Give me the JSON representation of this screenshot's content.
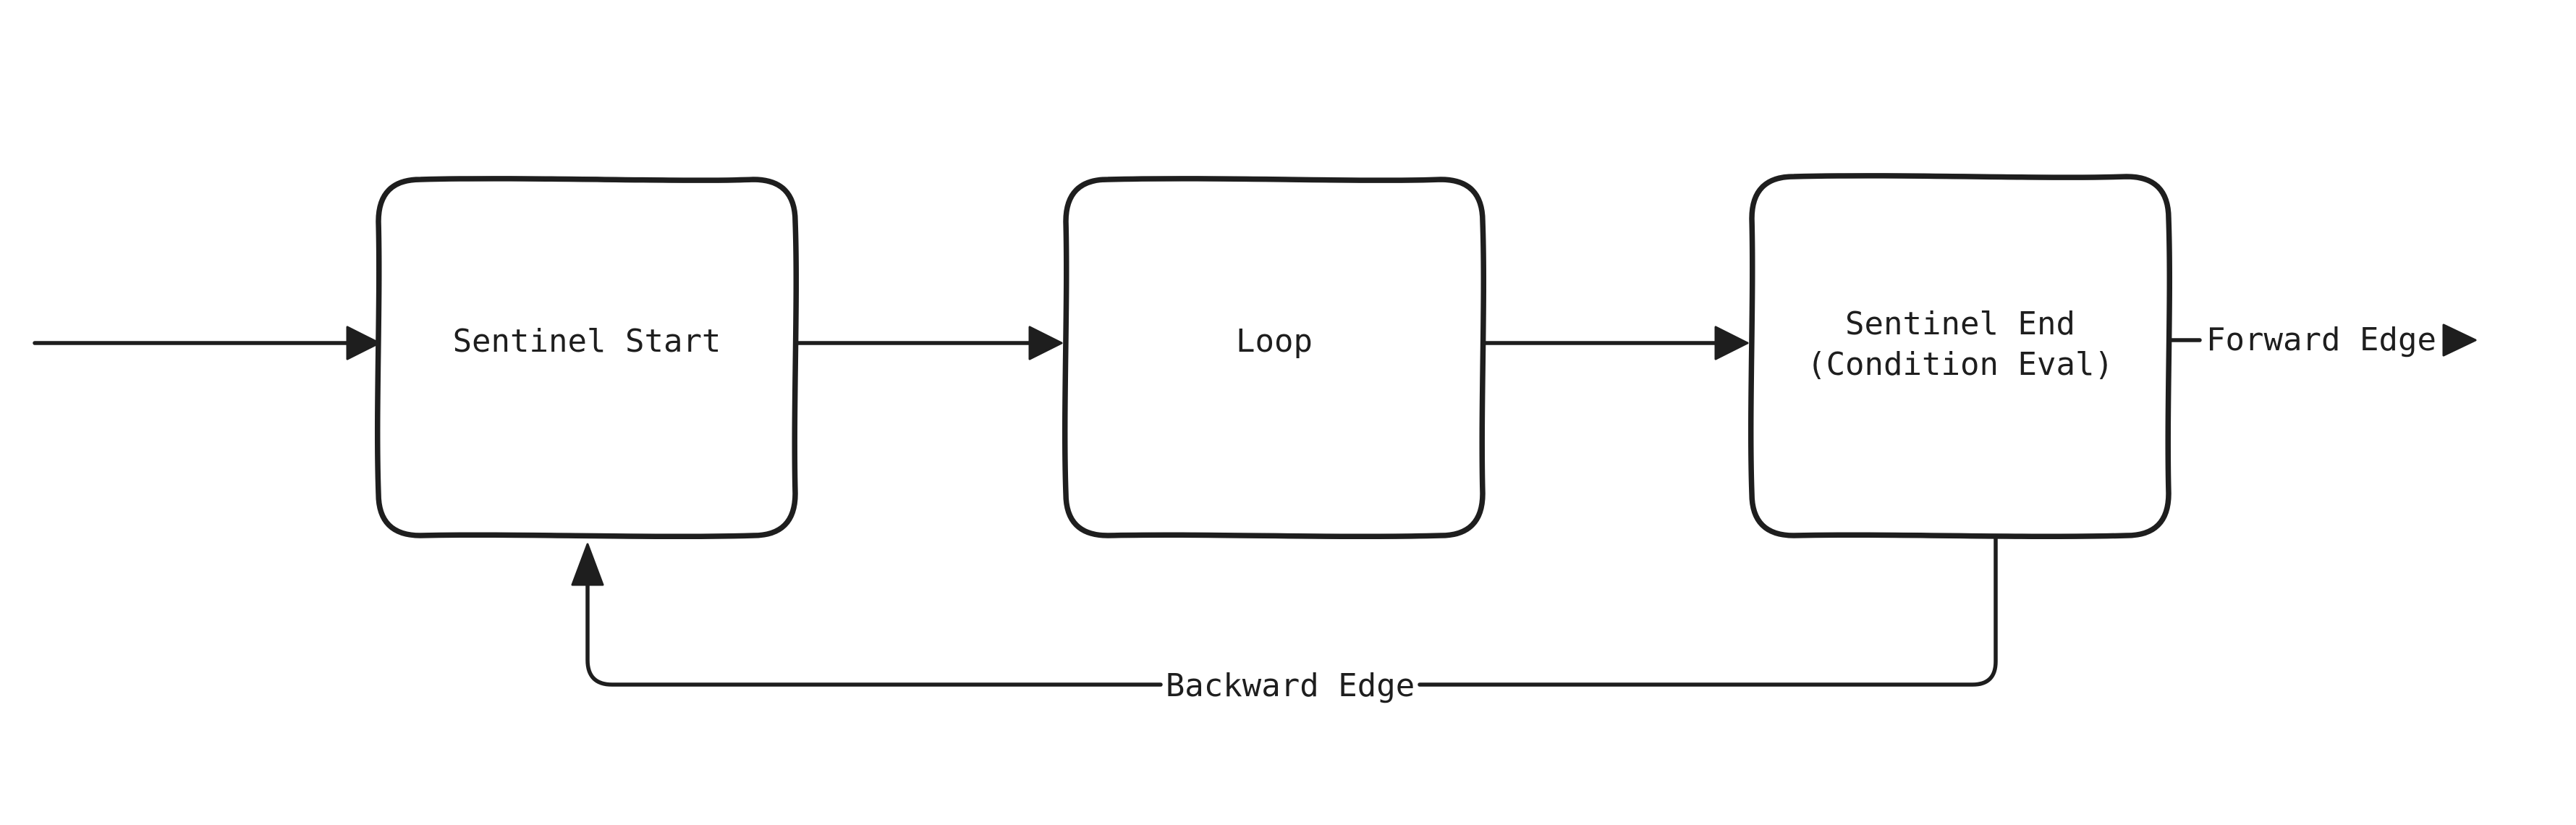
{
  "diagram": {
    "background_color": "#ffffff",
    "stroke_color": "#1e1e1e",
    "nodes": [
      {
        "id": "sentinel-start",
        "label": "Sentinel Start"
      },
      {
        "id": "loop",
        "label": "Loop"
      },
      {
        "id": "sentinel-end",
        "label_lines": [
          "Sentinel End",
          "(Condition Eval)"
        ]
      }
    ],
    "edges": {
      "forward": {
        "label": "Forward Edge"
      },
      "backward": {
        "label": "Backward Edge"
      }
    }
  }
}
